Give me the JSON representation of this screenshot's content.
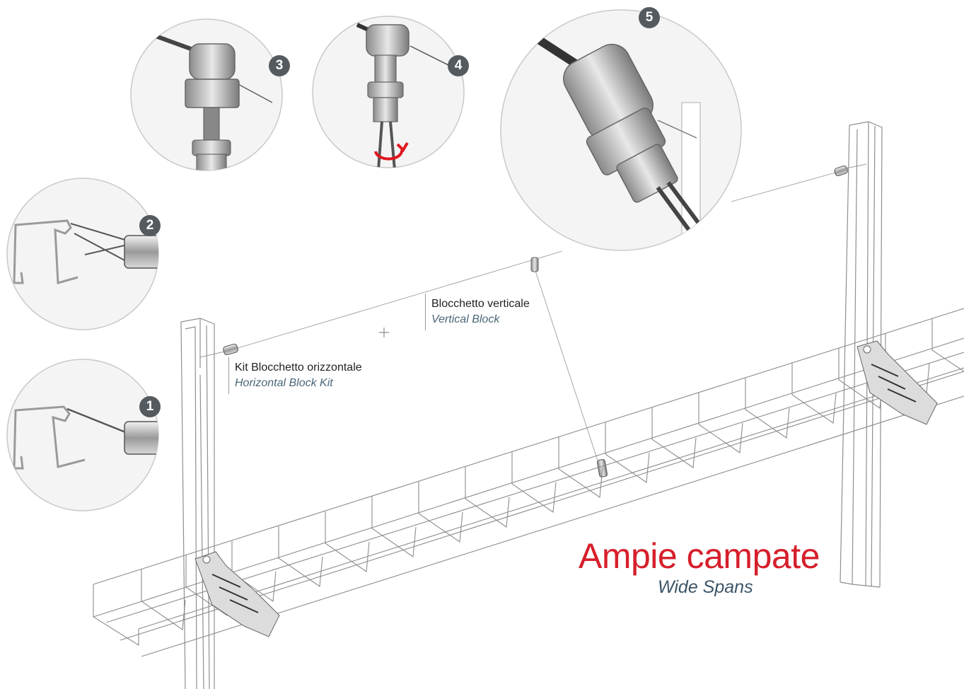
{
  "title": {
    "main": "Ampie campate",
    "sub": "Wide Spans"
  },
  "labels": {
    "vertical_block": {
      "it": "Blocchetto verticale",
      "en": "Vertical Block"
    },
    "horizontal_block_kit": {
      "it": "Kit Blocchetto orizzontale",
      "en": "Horizontal Block Kit"
    }
  },
  "steps": [
    "1",
    "2",
    "3",
    "4",
    "5"
  ],
  "colors": {
    "title_red": "#d61f2b",
    "subtitle_blue": "#3d5566",
    "badge_grey": "#555a5e",
    "arrow_red": "#e0161f"
  }
}
